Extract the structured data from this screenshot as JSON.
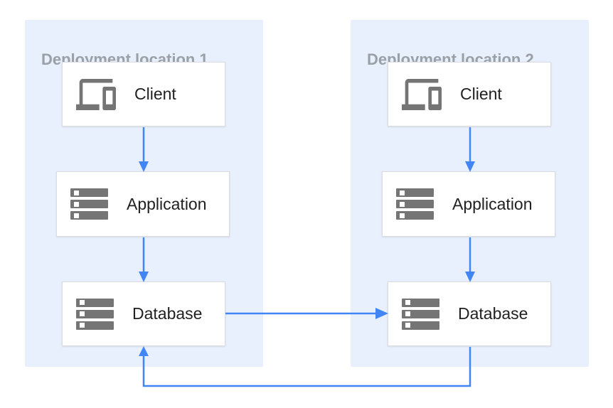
{
  "diagram": {
    "type": "architecture-diagram",
    "panels": [
      {
        "title": "Deployment location 1",
        "nodes": [
          {
            "id": "client-1",
            "label": "Client",
            "icon": "devices-icon"
          },
          {
            "id": "application-1",
            "label": "Application",
            "icon": "storage-icon"
          },
          {
            "id": "database-1",
            "label": "Database",
            "icon": "storage-icon"
          }
        ]
      },
      {
        "title": "Deployment location 2",
        "nodes": [
          {
            "id": "client-2",
            "label": "Client",
            "icon": "devices-icon"
          },
          {
            "id": "application-2",
            "label": "Application",
            "icon": "storage-icon"
          },
          {
            "id": "database-2",
            "label": "Database",
            "icon": "storage-icon"
          }
        ]
      }
    ],
    "connections": [
      {
        "from": "client-1",
        "to": "application-1",
        "direction": "down"
      },
      {
        "from": "application-1",
        "to": "database-1",
        "direction": "down"
      },
      {
        "from": "client-2",
        "to": "application-2",
        "direction": "down"
      },
      {
        "from": "application-2",
        "to": "database-2",
        "direction": "down"
      },
      {
        "from": "database-1",
        "to": "database-2",
        "direction": "right"
      },
      {
        "from": "database-2",
        "to": "database-1",
        "direction": "up",
        "route": "bottom-return"
      }
    ],
    "colors": {
      "panel_background": "#e8f0fe",
      "node_background": "#ffffff",
      "node_border": "#dadce0",
      "arrow": "#4285f4",
      "icon": "#757575",
      "panel_title_text": "#9aa0a6",
      "node_label_text": "#212121"
    }
  }
}
